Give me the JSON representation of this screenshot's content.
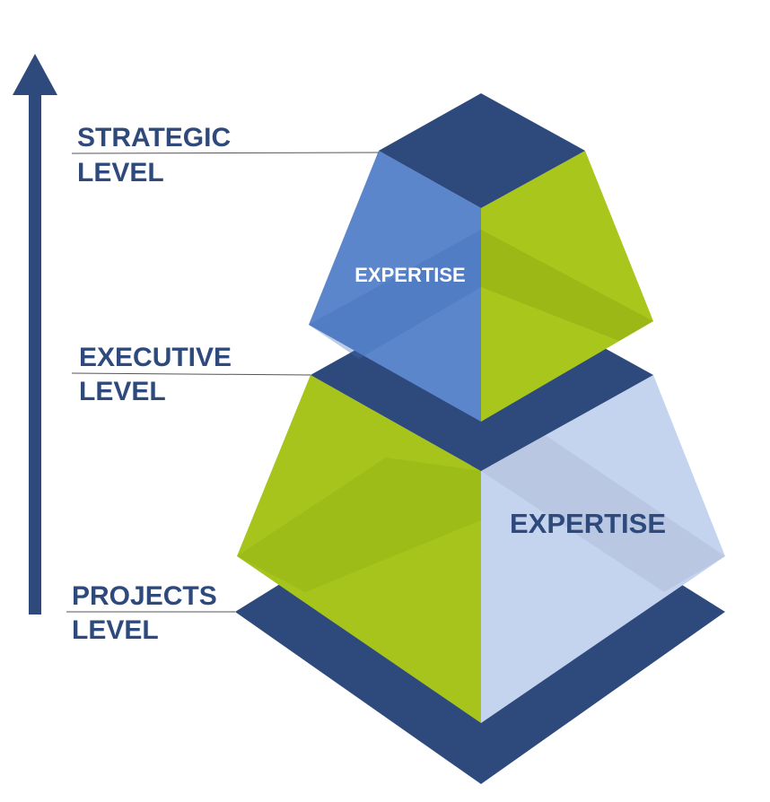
{
  "levels": {
    "strategic": {
      "line1": "STRATEGIC",
      "line2": "LEVEL"
    },
    "executive": {
      "line1": "EXECUTIVE",
      "line2": "LEVEL"
    },
    "projects": {
      "line1": "PROJECTS",
      "line2": "LEVEL"
    }
  },
  "expertise": {
    "top": "EXPERTISE",
    "bottom": "EXPERTISE"
  },
  "colors": {
    "navy": "#2e4a7d",
    "green": "#a6c41c",
    "blue": "#5b86cc",
    "light_blue": "#c7d6f0"
  }
}
